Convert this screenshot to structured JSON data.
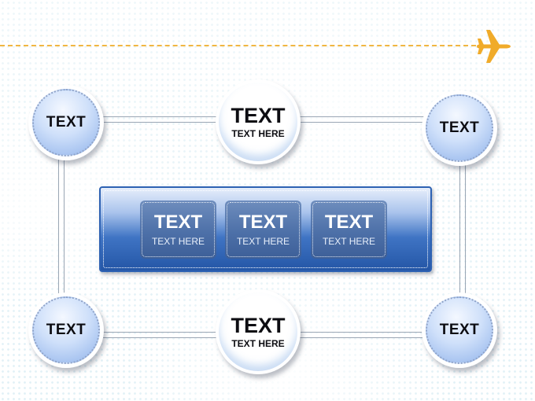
{
  "colors": {
    "dash_line": "#f0b642",
    "plane": "#f0ab2a",
    "box_blue": "#2e62b3",
    "circle_blue": "#8fb2ea"
  },
  "decorations": {
    "icon": "airplane-icon"
  },
  "top_left": {
    "label": "TEXT"
  },
  "top_middle": {
    "title": "TEXT",
    "subtitle": "TEXT HERE"
  },
  "top_right": {
    "label": "TEXT"
  },
  "bottom_left": {
    "label": "TEXT"
  },
  "bottom_middle": {
    "title": "TEXT",
    "subtitle": "TEXT HERE"
  },
  "bottom_right": {
    "label": "TEXT"
  },
  "center_cards": [
    {
      "title": "TEXT",
      "subtitle": "TEXT HERE"
    },
    {
      "title": "TEXT",
      "subtitle": "TEXT HERE"
    },
    {
      "title": "TEXT",
      "subtitle": "TEXT HERE"
    }
  ]
}
